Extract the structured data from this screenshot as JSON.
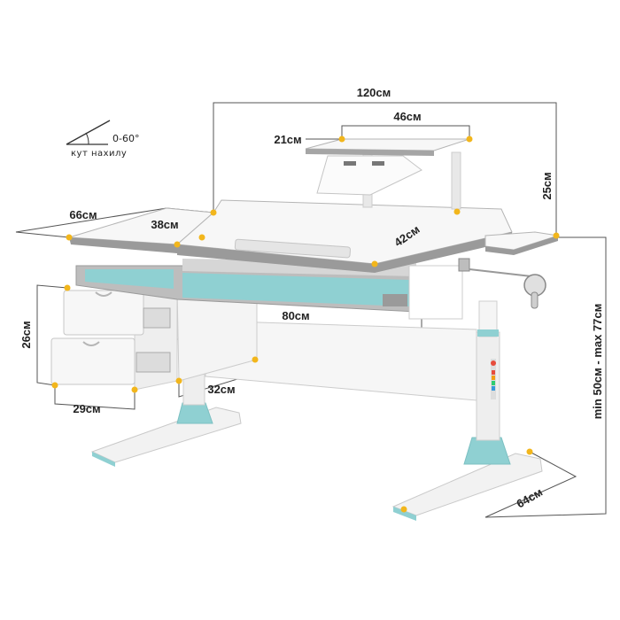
{
  "angle": {
    "range": "0-60°",
    "caption": "кут нахилу"
  },
  "dimensions": {
    "total_width": "120см",
    "shelf_width": "46см",
    "shelf_depth": "21см",
    "shelf_height": "25см",
    "side_depth": "66см",
    "side_width": "38см",
    "top_depth": "42см",
    "drawer_width": "80см",
    "cabinet_height": "26см",
    "cabinet_width": "29см",
    "cabinet_depth": "32см",
    "height_range": "min 50см - max 77см",
    "base_depth": "64см"
  },
  "colors": {
    "accent": "#8fd0d2",
    "frame": "#e6e6e6",
    "panel": "#f3f3f3",
    "trim": "#9a9a9a",
    "marker": "#f2b61c"
  }
}
